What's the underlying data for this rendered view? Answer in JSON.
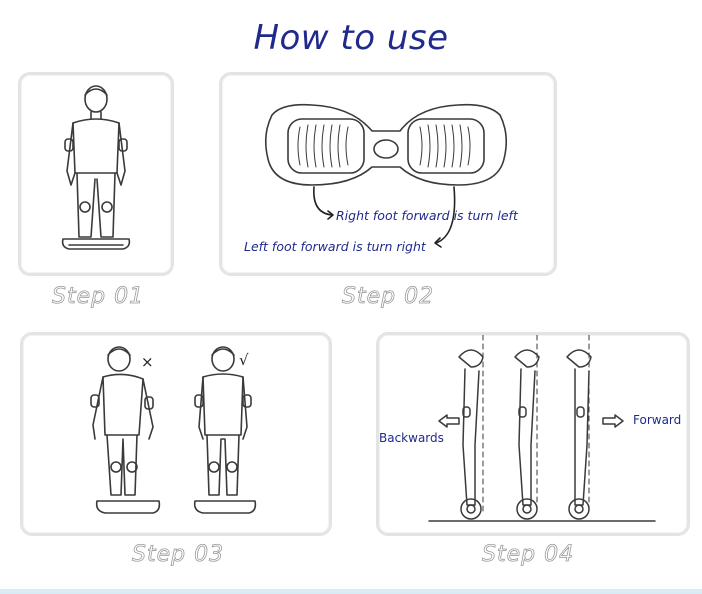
{
  "title": "How to use",
  "steps": {
    "s1": "Step 01",
    "s2": "Step 02",
    "s3": "Step 03",
    "s4": "Step 04"
  },
  "step2": {
    "right_note": "Right foot forward is turn left",
    "left_note": "Left foot forward is turn right"
  },
  "step3": {
    "wrong_mark": "×",
    "right_mark": "√"
  },
  "step4": {
    "backwards": "Backwards",
    "forward": "Forward"
  },
  "colors": {
    "accent": "#1f2a8c",
    "line": "#3a3a3a",
    "panel_border": "#e4e4e4"
  }
}
